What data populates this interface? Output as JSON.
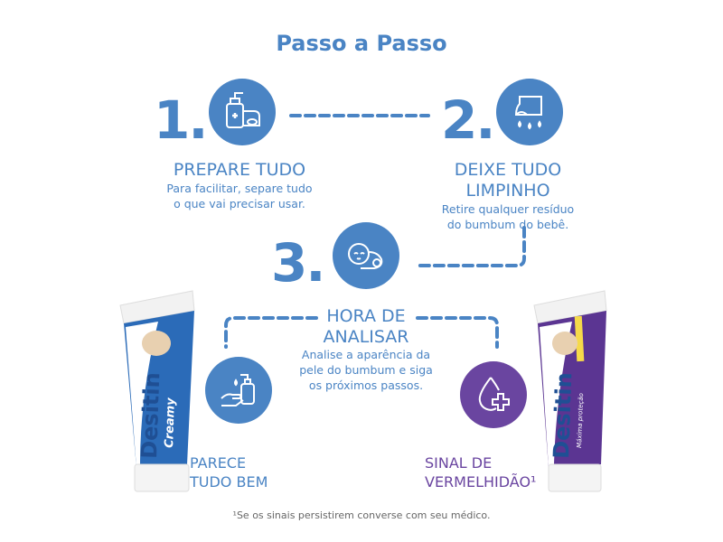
{
  "title": "Passo a Passo",
  "steps": [
    {
      "number": "1.",
      "icon": "sanitizer-towel-icon",
      "heading": "PREPARE TUDO",
      "desc": [
        "Para facilitar, separe tudo",
        "o que vai precisar usar."
      ]
    },
    {
      "number": "2.",
      "icon": "diaper-drops-icon",
      "heading": [
        "DEIXE TUDO",
        "LIMPINHO"
      ],
      "desc": [
        "Retire qualquer resíduo",
        "do bumbum do bebê."
      ]
    },
    {
      "number": "3.",
      "icon": "baby-icon",
      "heading": [
        "HORA DE",
        "ANALISAR"
      ],
      "desc": [
        "Analise a aparência da",
        "pele do bumbum e siga",
        "os próximos passos."
      ]
    }
  ],
  "outcomes": [
    {
      "icon": "hand-soap-icon",
      "label": [
        "PARECE",
        "TUDO BEM"
      ],
      "product": {
        "brand": "Desitin",
        "variant": "Creamy"
      }
    },
    {
      "icon": "drop-cross-icon",
      "label": [
        "SINAL DE",
        "VERMELHIDÃO¹"
      ],
      "product": {
        "brand": "Desitin",
        "variant": "Máxima proteção"
      }
    }
  ],
  "footnote": "¹Se os sinais persistirem converse com seu médico.",
  "colors": {
    "blue": "#4a84c4",
    "purple": "#6a45a0"
  }
}
